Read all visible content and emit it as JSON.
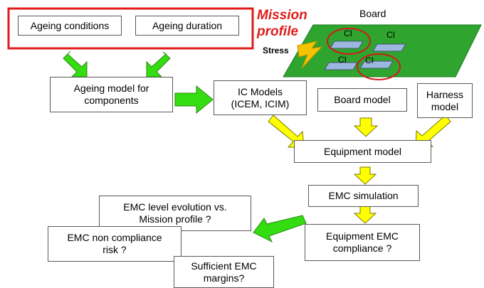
{
  "colors": {
    "mission": "#e01b1b",
    "green_arrow": "#33dd11",
    "yellow_arrow": "#ffff00",
    "board": "#2fa52f"
  },
  "nodes": {
    "ageing_conditions": "Ageing conditions",
    "ageing_duration": "Ageing duration",
    "ageing_model": "Ageing model for\ncomponents",
    "ic_models": "IC Models\n(ICEM, ICIM)",
    "board_model": "Board model",
    "harness_model": "Harness\nmodel",
    "equipment_model": "Equipment model",
    "emc_simulation": "EMC simulation",
    "emc_level_evolution": "EMC level evolution vs.\nMission profile ?",
    "emc_non_compliance": "EMC non compliance\nrisk ?",
    "sufficient_margins": "Sufficient EMC\nmargins?",
    "equipment_compliance": "Equipment EMC\ncompliance ?"
  },
  "labels": {
    "mission_profile": "Mission\nprofile",
    "board": "Board",
    "stress": "Stress",
    "chip": "CI"
  },
  "icons": [
    "green-arrow-icon",
    "yellow-arrow-icon",
    "lightning-icon",
    "board-icon"
  ]
}
